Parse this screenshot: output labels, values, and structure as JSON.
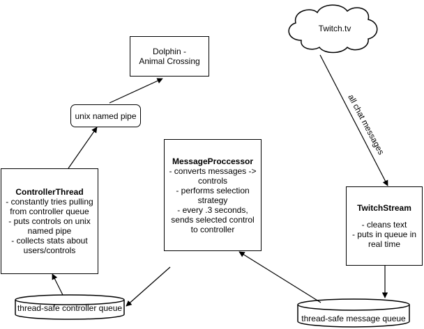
{
  "nodes": {
    "dolphin": {
      "lines": [
        "Dolphin -",
        "Animal Crossing"
      ]
    },
    "pipe": {
      "label": "unix named pipe"
    },
    "twitch_tv": {
      "label": "Twitch.tv"
    },
    "controller_thread": {
      "title": "ControllerThread",
      "lines": [
        "- constantly tries pulling",
        "from controller queue",
        "- puts controls on unix",
        "named pipe",
        "- collects stats about",
        "users/controls"
      ]
    },
    "message_processor": {
      "title": "MessageProccessor",
      "lines": [
        "- converts messages ->",
        "controls",
        "- performs selection",
        "strategy",
        "- every .3 seconds,",
        "sends selected control",
        "to controller"
      ]
    },
    "twitch_stream": {
      "title": "TwitchStream",
      "lines": [
        "- cleans text",
        "- puts in queue in",
        "real time"
      ]
    },
    "controller_queue": {
      "label": "thread-safe controller queue"
    },
    "message_queue": {
      "label": "thread-safe message queue"
    }
  },
  "edges": {
    "twitch_to_stream": {
      "label": "all chat messages"
    }
  }
}
